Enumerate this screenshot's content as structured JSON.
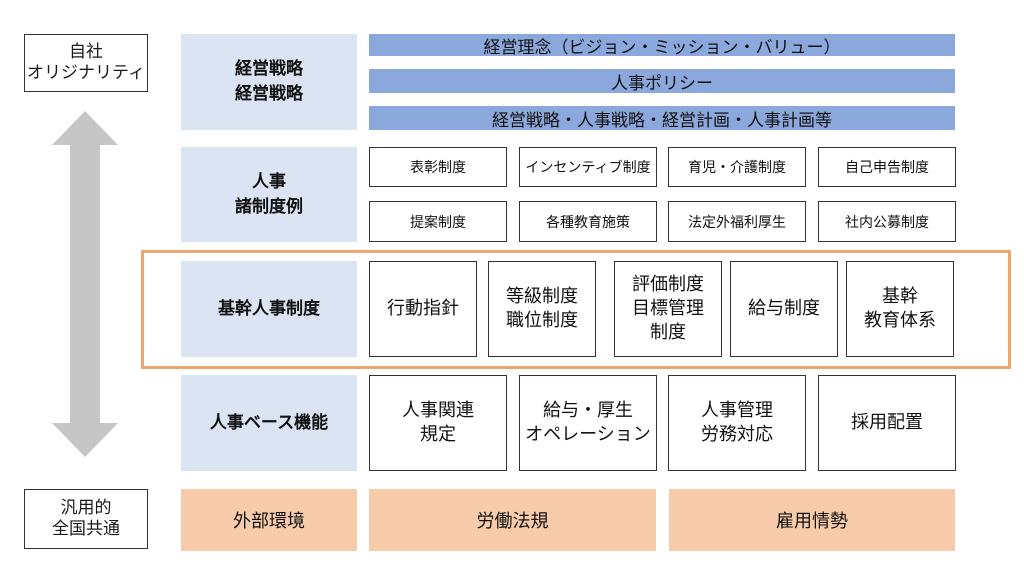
{
  "axis": {
    "top_label": "自社\nオリジナリティ",
    "bottom_label": "汎用的\n全国共通",
    "arrow_icon": "double-arrow-vertical-icon"
  },
  "colors": {
    "header_bg": "#dbe4f2",
    "band_bg": "#8aa8dc",
    "environment_bg": "#f8ccaa",
    "highlight_border": "#f0a46e"
  },
  "rows": {
    "strategy": {
      "header": "経営戦略\n経営戦略",
      "bands": [
        "経営理念（ビジョン・ミッション・バリュー）",
        "人事ポリシー",
        "経営戦略・人事戦略・経営計画・人事計画等"
      ]
    },
    "hr_systems": {
      "header": "人事\n諸制度例",
      "items": [
        "表彰制度",
        "インセンティブ制度",
        "育児・介護制度",
        "自己申告制度",
        "提案制度",
        "各種教育施策",
        "法定外福利厚生",
        "社内公募制度"
      ]
    },
    "core": {
      "header": "基幹人事制度",
      "items": [
        "行動指針",
        "等級制度\n職位制度",
        "評価制度\n目標管理\n制度",
        "給与制度",
        "基幹\n教育体系"
      ]
    },
    "base": {
      "header": "人事ベース機能",
      "items": [
        "人事関連\n規定",
        "給与・厚生\nオペレーション",
        "人事管理\n労務対応",
        "採用配置"
      ]
    },
    "environment": {
      "header": "外部環境",
      "items": [
        "労働法規",
        "雇用情勢"
      ]
    }
  }
}
